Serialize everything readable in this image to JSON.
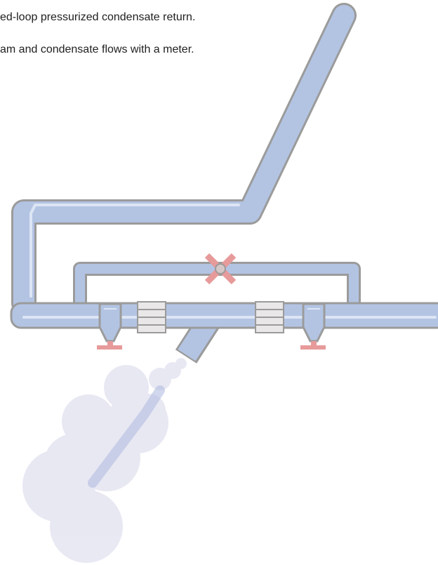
{
  "captions": {
    "line1": "ed-loop pressurized condensate return.",
    "line2": "am and condensate flows with a meter."
  },
  "colors": {
    "pipe_fill": "#b3c4e3",
    "pipe_outline": "#9b9b9b",
    "pipe_highlight": "#dde5f4",
    "valve_red": "#e79a9a",
    "steam_cloud": "#e3e3f1"
  },
  "components": {
    "pipes": [
      "main-header",
      "inclined-riser",
      "upper-return-loop",
      "bypass-loop",
      "vent-pipe"
    ],
    "valves": [
      "bypass-cross-valve"
    ],
    "meters": [
      "left-condensate-meter",
      "right-condensate-meter"
    ],
    "traps": [
      "left-steam-trap",
      "right-steam-trap"
    ],
    "effects": [
      "steam-plume"
    ]
  }
}
